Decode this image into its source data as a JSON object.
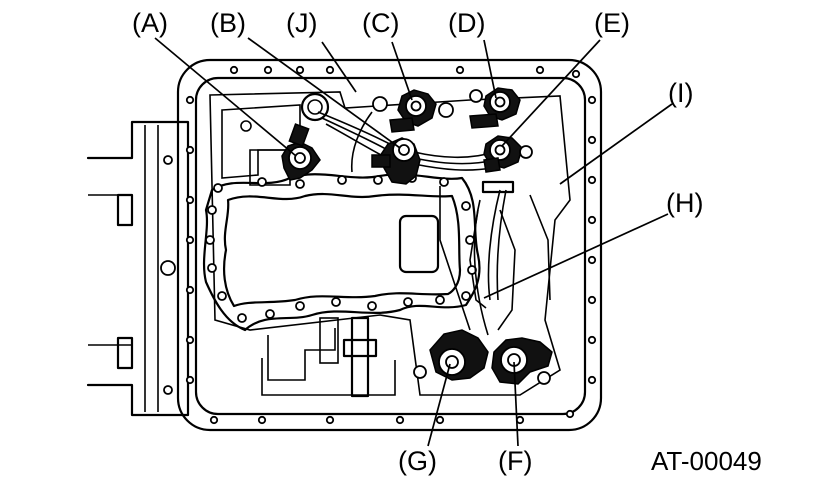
{
  "labels": {
    "A": "(A)",
    "B": "(B)",
    "J": "(J)",
    "C": "(C)",
    "D": "(D)",
    "E": "(E)",
    "I": "(I)",
    "H": "(H)",
    "G": "(G)",
    "F": "(F)"
  },
  "figure_code": "AT-00049"
}
